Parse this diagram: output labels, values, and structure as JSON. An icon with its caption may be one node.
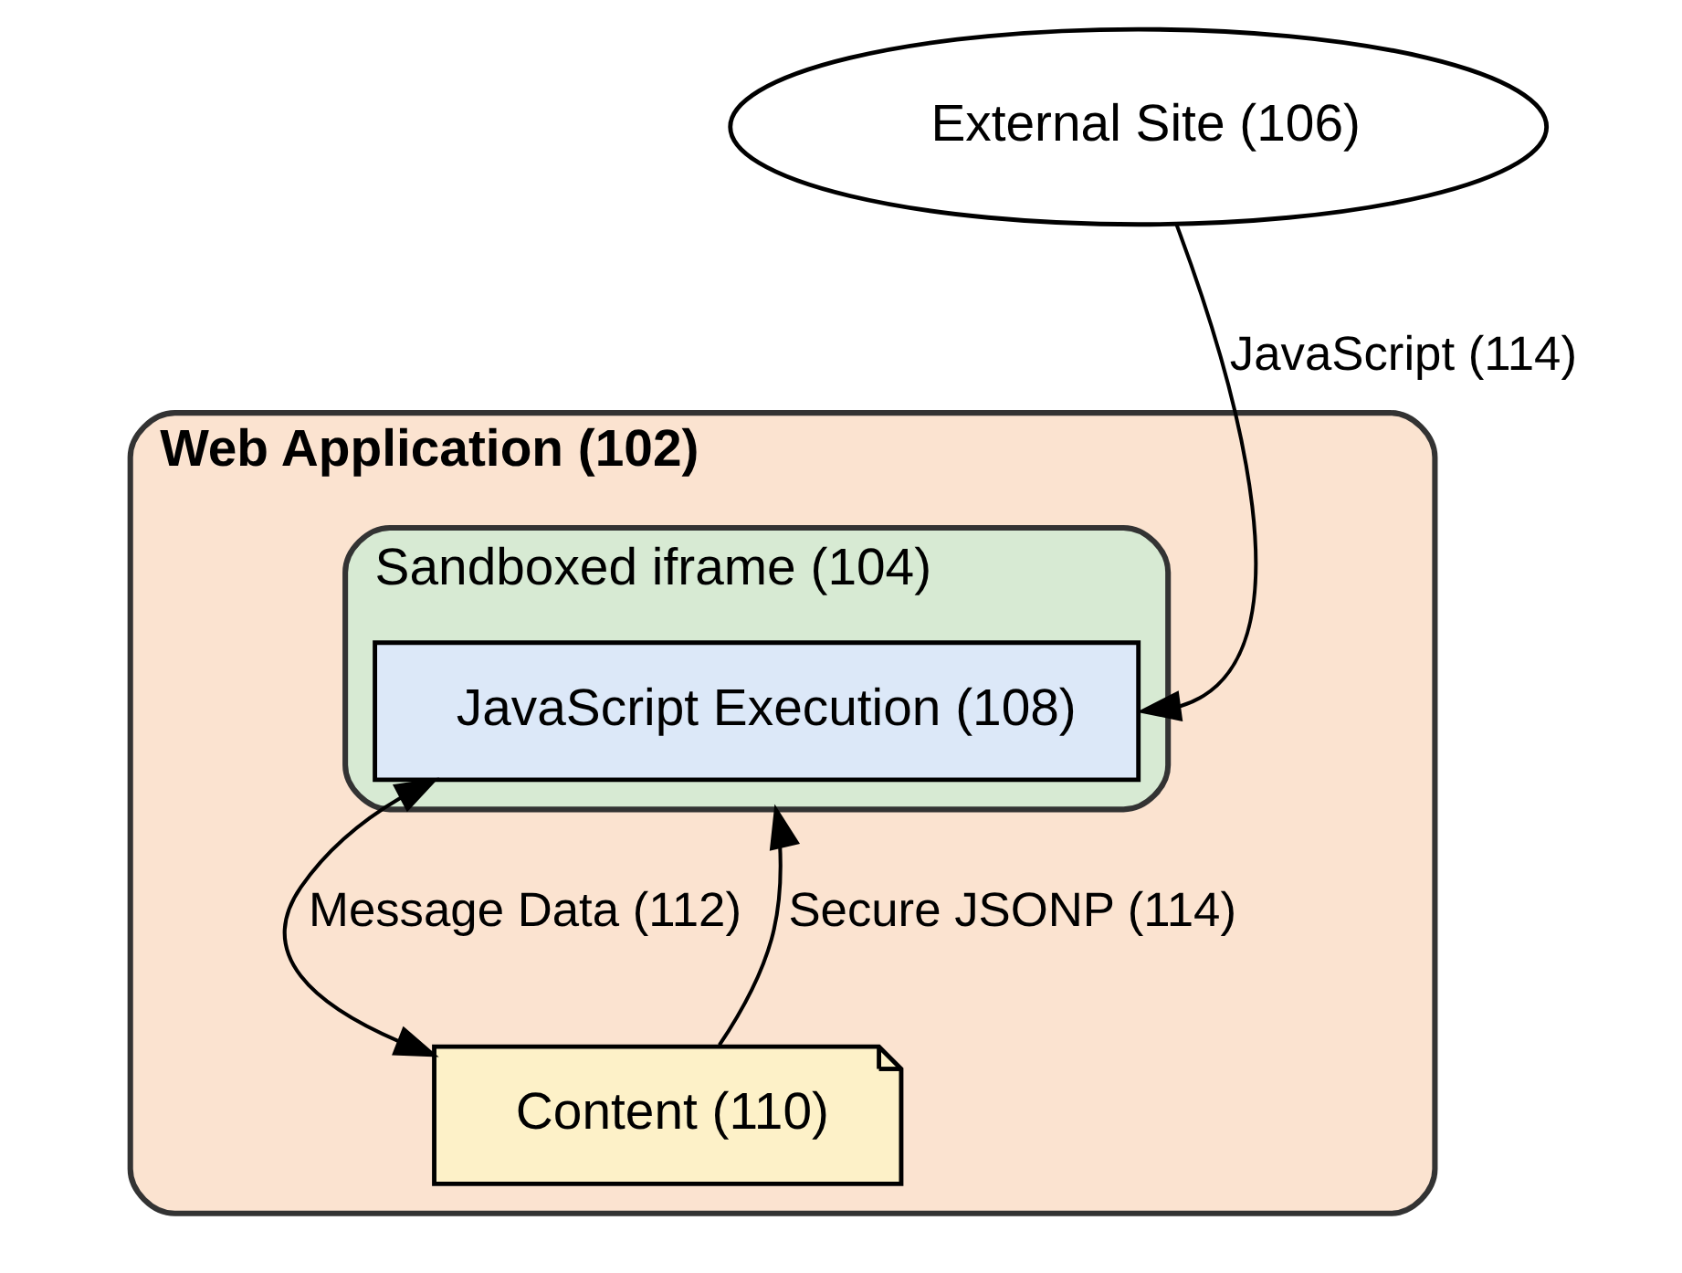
{
  "diagram": {
    "nodes": [
      {
        "text": [
          "Web Application (102)"
        ]
      },
      {
        "text": [
          "Sandboxed iframe (104)"
        ],
        "in": 0
      },
      {
        "text": [
          "JavaScript Execution (108)"
        ],
        "in": 1
      },
      {
        "text": [
          "Content (110)"
        ],
        "in": 0
      },
      {
        "text": [
          "External Site (106)"
        ]
      }
    ],
    "edges": [
      {
        "from": 4,
        "to": 2,
        "arrow": "to",
        "label": "JavaScript (114)"
      },
      {
        "from": 2,
        "to": 3,
        "arrow": "both",
        "label": "Message Data (112)"
      },
      {
        "from": 3,
        "to": 1,
        "arrow": "to",
        "label": "Secure JSONP (114)"
      }
    ]
  }
}
